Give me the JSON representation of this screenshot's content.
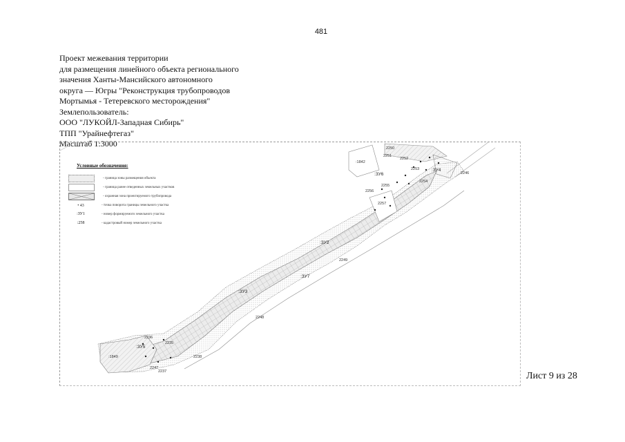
{
  "page": {
    "number": "481"
  },
  "title_block": {
    "lines": [
      "Проект межевания территории",
      "для размещения линейного объекта регионального",
      "значения Ханты-Мансийского автономного",
      "округа — Югры \"Реконструкция трубопроводов",
      "Мортымья - Тетеревского месторождения\"",
      "Землепользователь:",
      "ООО \"ЛУКОЙЛ-Западная Сибирь\"",
      "ТПП \"Урайнефтегаз\"",
      "Масштаб 1:3000"
    ]
  },
  "legend": {
    "title": "Условные обозначения:",
    "items": [
      {
        "symbol": "dotted-area",
        "text": "- граница зоны размещения объекта"
      },
      {
        "symbol": "plain-area",
        "text": "- граница ранее отведенных земельных участков"
      },
      {
        "symbol": "hatched-area",
        "text": "- охранная зона проектируемого трубопровода"
      },
      {
        "symbol": "point",
        "symbol_text": "• 43",
        "text": "- точка поворота границы земельного участка"
      },
      {
        "symbol": "zu-label",
        "symbol_text": ":ЗУ1",
        "text": "- номер формируемого земельного участка"
      },
      {
        "symbol": "cadastral-label",
        "symbol_text": ":258",
        "text": "- кадастровый номер земельного участка"
      }
    ]
  },
  "map": {
    "plot_labels": [
      ":ЗУ3",
      ":ЗУ2",
      ":ЗУ7",
      ":ЗУ5",
      ":ЗУ6",
      ":ЗУ4",
      ":1842",
      ":1849"
    ],
    "point_labels": [
      "2249",
      "2248",
      "2250",
      "2251",
      "2252",
      "2253",
      "2254",
      "2255",
      "2256",
      "2257",
      "2238",
      "2237",
      "2236",
      "2235",
      "2247",
      "2246"
    ]
  },
  "sheet": {
    "label": "Лист 9 из 28"
  }
}
